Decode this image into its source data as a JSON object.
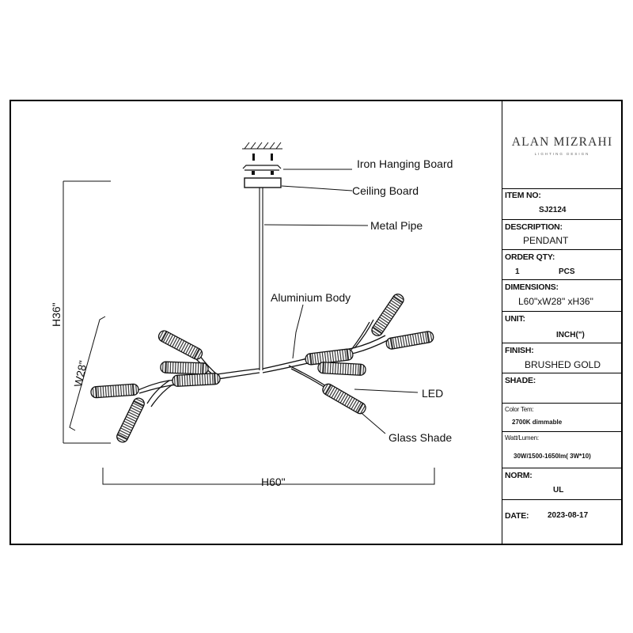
{
  "brand": {
    "name": "ALAN MIZRAHI",
    "tagline": "LIGHTING DESIGN"
  },
  "callouts": {
    "hanging_board": "Iron Hanging Board",
    "ceiling_board": "Ceiling Board",
    "metal_pipe": "Metal Pipe",
    "aluminium_body": "Aluminium Body",
    "led": "LED",
    "glass_shade": "Glass Shade"
  },
  "dimensions": {
    "height": "H36\"",
    "width": "W28\"",
    "length": "H60\""
  },
  "spec": {
    "item_no": {
      "label": "ITEM NO:",
      "value": "SJ2124"
    },
    "description": {
      "label": "DESCRIPTION:",
      "value": "PENDANT"
    },
    "order_qty": {
      "label": "ORDER QTY:",
      "qty": "1",
      "unit": "PCS"
    },
    "dimensions": {
      "label": "DIMENSIONS:",
      "value": "L60\"xW28\" xH36\""
    },
    "unit": {
      "label": "UNIT:",
      "value": "INCH(\")"
    },
    "finish": {
      "label": "FINISH:",
      "value": "BRUSHED GOLD"
    },
    "shade": {
      "label": "SHADE:",
      "value": ""
    },
    "color_temp": {
      "label": "Color Tem:",
      "value": "2700K dimmable"
    },
    "watt_lumen": {
      "label": "Watt/Lumen:",
      "value": "30W/1500-1650lm( 3W*10)"
    },
    "norm": {
      "label": "NORM:",
      "value": "UL"
    },
    "date": {
      "label": "DATE:",
      "value": "2023-08-17"
    }
  }
}
